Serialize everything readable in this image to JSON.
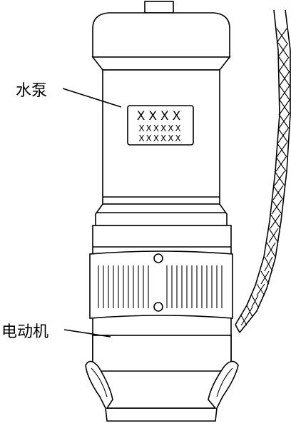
{
  "labels": {
    "pump": "水泵",
    "motor": "电动机"
  },
  "nameplate": {
    "row1": "XXXX",
    "row2": "XXXXXX",
    "row3": "XXXXXX"
  }
}
